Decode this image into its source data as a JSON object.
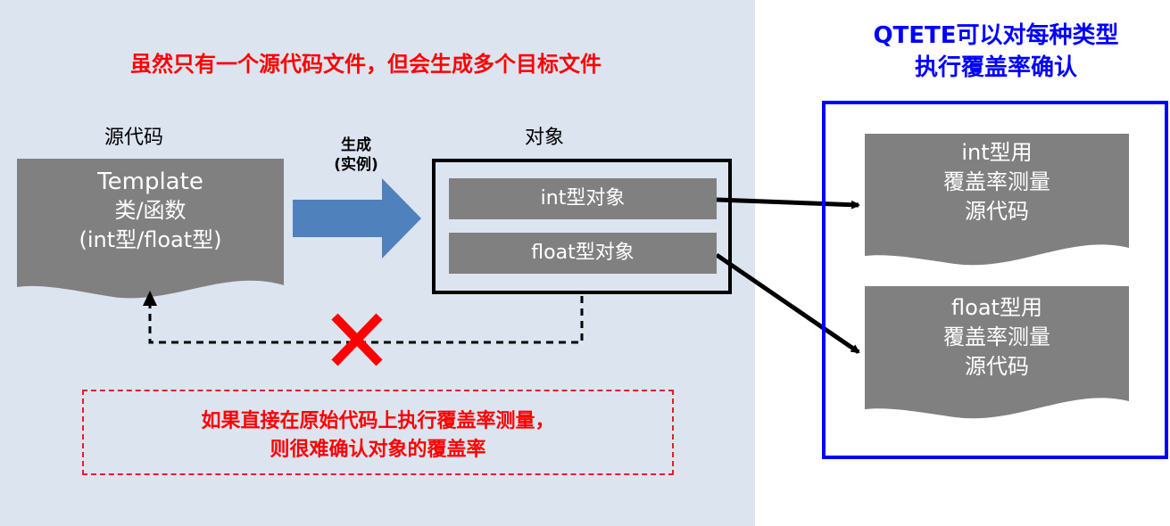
{
  "headline": "虽然只有一个源代码文件，但会生成多个目标文件",
  "source_label": "源代码",
  "source_doc": {
    "line1": "Template",
    "line2": "类/函数",
    "line3": "(int型/float型)"
  },
  "generate_label": {
    "line1": "生成",
    "line2": "(实例)"
  },
  "object_label": "对象",
  "objects": [
    {
      "label": "int型对象"
    },
    {
      "label": "float型对象"
    }
  ],
  "warning": {
    "line1": "如果直接在原始代码上执行覆盖率测量，",
    "line2": "则很难确认对象的覆盖率"
  },
  "right_title": {
    "line1": "QTETE可以对每种类型",
    "line2": "执行覆盖率确认"
  },
  "coverage_docs": [
    {
      "line1": "int型用",
      "line2": "覆盖率测量",
      "line3": "源代码"
    },
    {
      "line1": "float型用",
      "line2": "覆盖率测量",
      "line3": "源代码"
    }
  ],
  "colors": {
    "panel_bg": "#dce4f0",
    "doc_fill": "#808080",
    "arrow_blue": "#4f81bd",
    "accent_red": "#ff0000",
    "accent_blue": "#0000ff"
  }
}
